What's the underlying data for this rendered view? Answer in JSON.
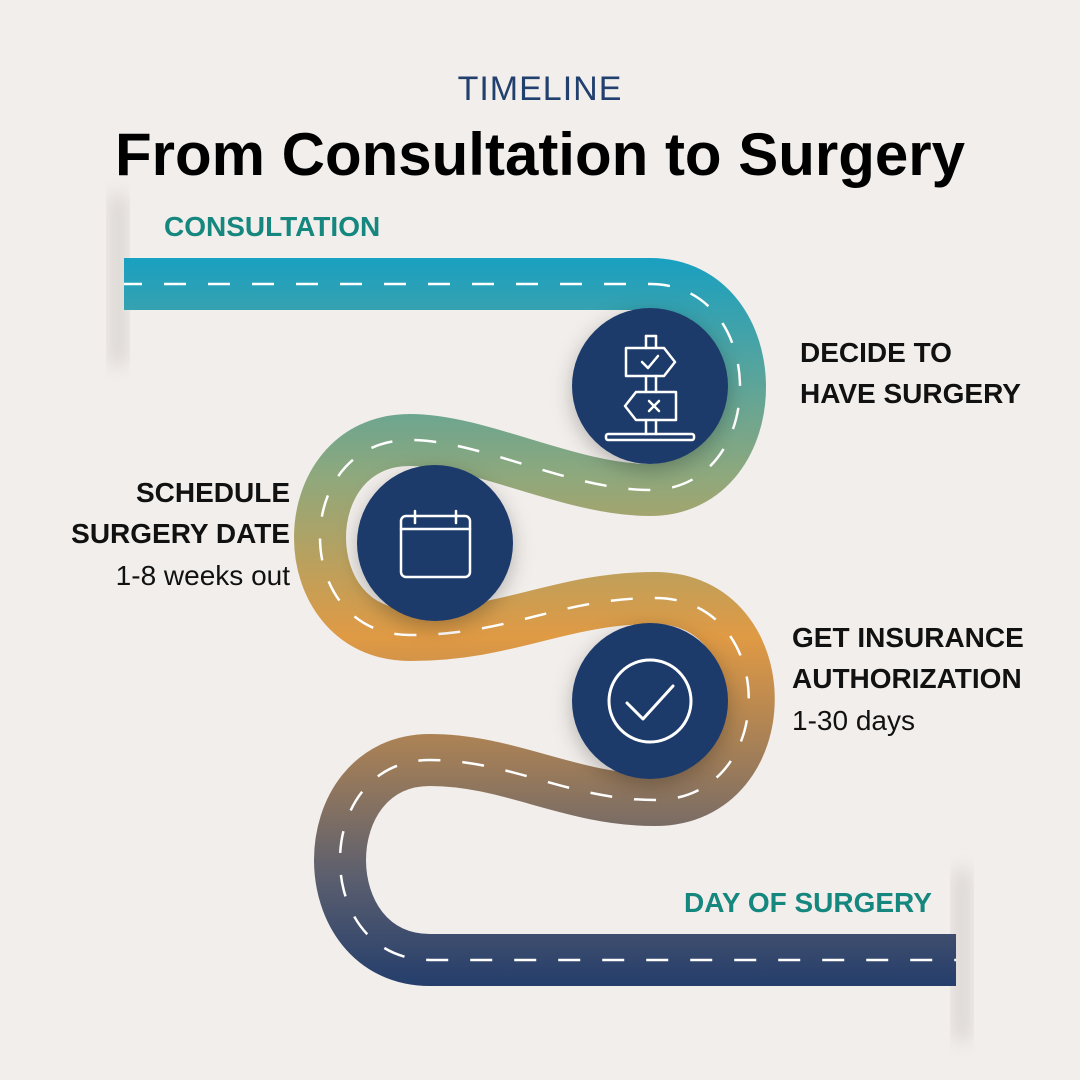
{
  "header": {
    "eyebrow": "TIMELINE",
    "title": "From Consultation to Surgery"
  },
  "start_label": "CONSULTATION",
  "end_label": "DAY OF SURGERY",
  "steps": [
    {
      "title_line1": "DECIDE TO",
      "title_line2": "HAVE SURGERY",
      "duration": "",
      "icon": "signpost-icon"
    },
    {
      "title_line1": "SCHEDULE",
      "title_line2": "SURGERY DATE",
      "duration": "1-8 weeks out",
      "icon": "calendar-icon"
    },
    {
      "title_line1": "GET INSURANCE",
      "title_line2": "AUTHORIZATION",
      "duration": "1-30 days",
      "icon": "checkmark-circle-icon"
    }
  ],
  "colors": {
    "background": "#f2eeeb",
    "road_start": "#1aa0c0",
    "road_middle_green": "#8fa87c",
    "road_middle_orange": "#e09a44",
    "road_end": "#253e6c",
    "circle": "#1f3a6a",
    "accent_text": "#15877f"
  }
}
